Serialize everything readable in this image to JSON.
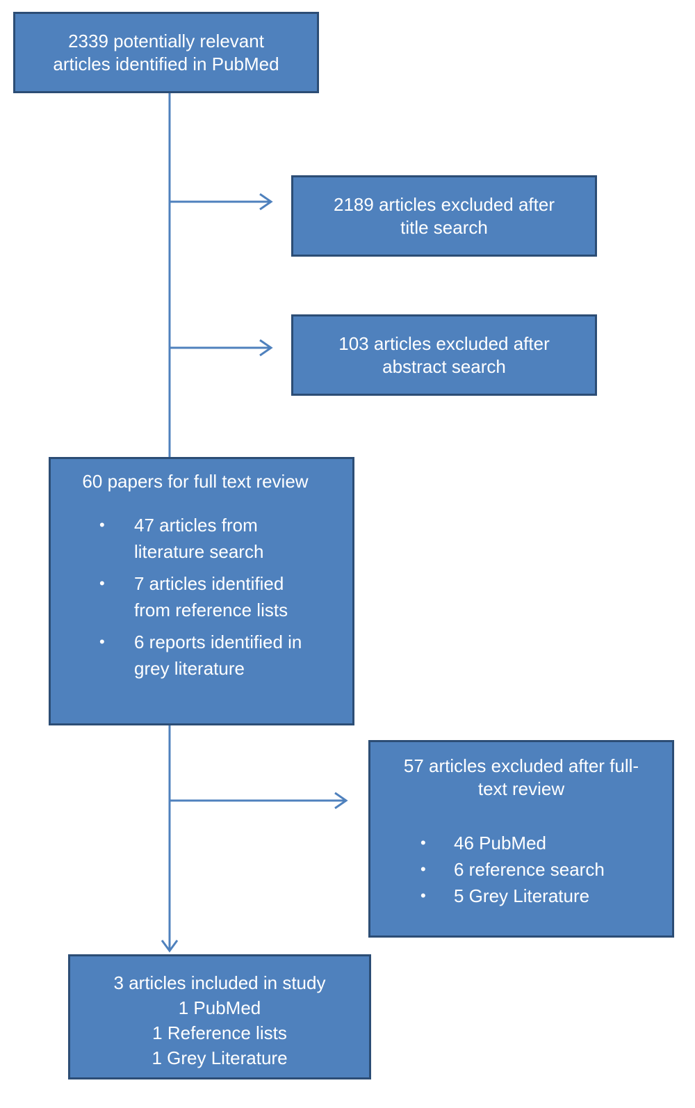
{
  "flowchart": {
    "identified": {
      "line1": "2339 potentially relevant",
      "line2": "articles identified in PubMed"
    },
    "title_exclusion": {
      "line1": "2189 articles excluded after",
      "line2": "title search"
    },
    "abstract_exclusion": {
      "line1": "103 articles excluded after",
      "line2": "abstract search"
    },
    "full_text_review": {
      "heading": "60 papers for full text review",
      "items": [
        {
          "line1": "47 articles from",
          "line2": "literature search"
        },
        {
          "line1": "7 articles identified",
          "line2": "from reference lists"
        },
        {
          "line1": "6 reports identified in",
          "line2": "grey literature"
        }
      ]
    },
    "full_text_exclusion": {
      "line1": "57 articles excluded after full-",
      "line2": "text review",
      "items": [
        "46 PubMed",
        "6 reference search",
        "5 Grey Literature"
      ]
    },
    "included": {
      "line1": "3 articles included in study",
      "line2": "1 PubMed",
      "line3": "1 Reference lists",
      "line4": "1 Grey Literature"
    },
    "bullet_glyph": "•"
  },
  "colors": {
    "box_fill": "#4f81bd",
    "box_border": "#2c4d75",
    "connector": "#4f81bd",
    "text": "#ffffff"
  }
}
